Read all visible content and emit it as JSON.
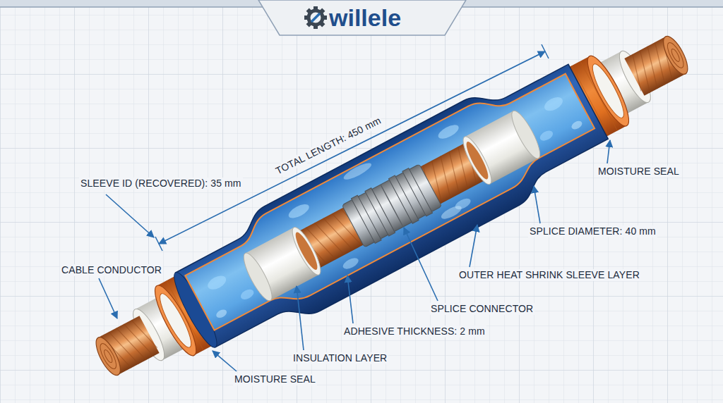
{
  "diagram": {
    "title": "willele",
    "labels": [
      "TOTAL LENGTH: 450 mm",
      "SLEEVE ID (RECOVERED): 35 mm",
      "MOISTURE SEAL",
      "SPLICE DIAMETER: 40 mm",
      "CABLE CONDUCTOR",
      "OUTER HEAT SHRINK SLEEVE LAYER",
      "SPLICE CONNECTOR",
      "ADHESIVE THICKNESS: 2 mm",
      "INSULATION LAYER",
      "MOISTURE SEAL"
    ]
  }
}
